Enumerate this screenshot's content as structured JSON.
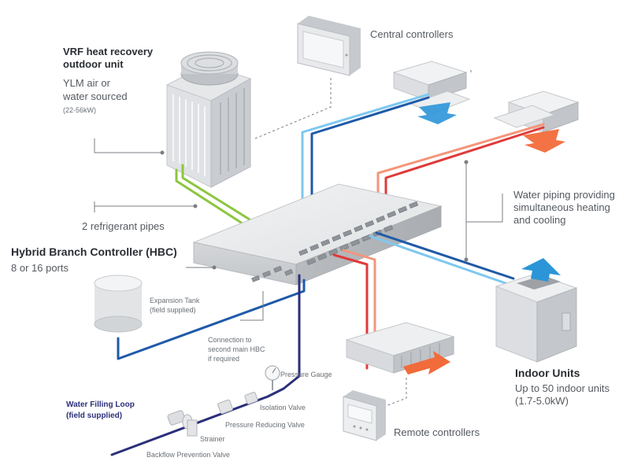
{
  "outdoor_unit": {
    "title_line1": "VRF heat recovery",
    "title_line2": "outdoor unit",
    "desc_line1": "YLM air or",
    "desc_line2": "water sourced",
    "capacity": "(22-56kW)"
  },
  "central_controllers": "Central controllers",
  "refrigerant_pipes": "2 refrigerant pipes",
  "hbc": {
    "title": "Hybrid Branch Controller (HBC)",
    "ports": "8 or 16 ports"
  },
  "water_piping": {
    "line1": "Water piping providing",
    "line2": "simultaneous heating",
    "line3": "and cooling"
  },
  "expansion_tank": {
    "line1": "Expansion Tank",
    "line2": "(field supplied)"
  },
  "connection": {
    "line1": "Connection to",
    "line2": "second main HBC",
    "line3": "if required"
  },
  "indoor_units": {
    "title": "Indoor Units",
    "line1": "Up to 50 indoor units",
    "line2": "(1.7-5.0kW)"
  },
  "water_filling_loop": {
    "line1": "Water Filling Loop",
    "line2": "(field supplied)"
  },
  "valves": {
    "pressure_gauge": "Pressure Gauge",
    "isolation_valve": "Isolation Valve",
    "pressure_reducing_valve": "Pressure Reducing Valve",
    "strainer": "Strainer",
    "backflow_prevention_valve": "Backflow Prevention Valve"
  },
  "remote_controllers": "Remote controllers",
  "colors": {
    "refrigerant": "#8cc63f",
    "water_cold": "#7ec8ef",
    "water_cold_return": "#1e5aa8",
    "water_hot": "#f3957a",
    "water_hot_return": "#e03a3a",
    "filling_loop": "#2b2f7a",
    "airflow_cool": "#2b95d8",
    "airflow_heat": "#f26b3a"
  }
}
